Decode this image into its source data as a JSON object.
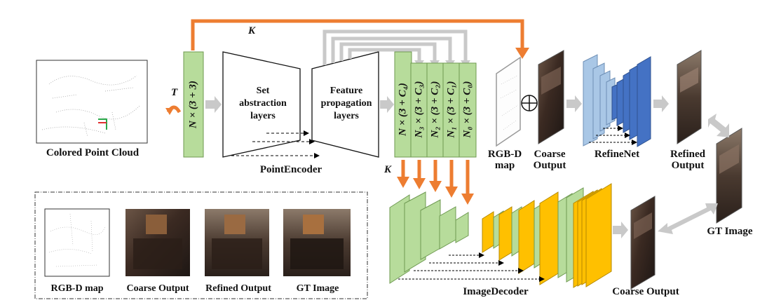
{
  "labels": {
    "colored_point_cloud": "Colored Point Cloud",
    "transform_t": "T",
    "k_top": "K",
    "k_left": "K",
    "input_dim": "N × (3 + 3)",
    "set_abstraction_line1": "Set",
    "set_abstraction_line2": "abstraction",
    "set_abstraction_line3": "layers",
    "feature_prop_line1": "Feature",
    "feature_prop_line2": "propagation",
    "feature_prop_line3": "layers",
    "point_encoder": "PointEncoder",
    "feat4": "N × (3 + C₄)",
    "feat3": "N₃ × (3 + C₃)",
    "feat2": "N₂ × (3 + C₂)",
    "feat1": "N₁ × (3 + C₁)",
    "feat0": "N₀ × (3 + C₀)",
    "rgbd_map_line1": "RGB-D",
    "rgbd_map_line2": "map",
    "coarse_output_line1": "Coarse",
    "coarse_output_line2": "Output",
    "refinenet": "RefineNet",
    "refined_output_line1": "Refined",
    "refined_output_line2": "Output",
    "gt_image": "GT Image",
    "image_decoder": "ImageDecoder",
    "coarse_output_bottom": "Coarse Output"
  },
  "legend": {
    "rgbd_map": "RGB-D map",
    "coarse_output": "Coarse Output",
    "refined_output": "Refined Output",
    "gt_image": "GT Image"
  },
  "colors": {
    "green_fill": "#b7dc9b",
    "green_stroke": "#6f9a52",
    "orange_arrow": "#ed7d31",
    "gray_arrow": "#c9c9c9",
    "light_blue": "#a9c7e6",
    "dark_blue": "#4472c4",
    "yellow": "#ffc000",
    "photo_dark": "#3b2a22"
  }
}
